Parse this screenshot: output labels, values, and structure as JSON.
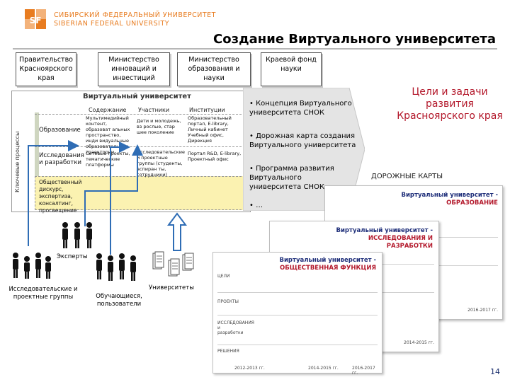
{
  "header": {
    "logo_ru": "СИБИРСКИЙ ФЕДЕРАЛЬНЫЙ УНИВЕРСИТЕТ",
    "logo_en": "SIBERIAN FEDERAL UNIVERSITY",
    "title": "Создание Виртуального университета",
    "brand_color": "#e87c20"
  },
  "stakeholders": [
    "Правительство Красноярского края",
    "Министерство инноваций и инвестиций",
    "Министерство образования и науки",
    "Краевой фонд науки"
  ],
  "vu_panel": {
    "title": "Виртуальный университет",
    "vertical_label": "Ключевые процессы",
    "columns": [
      "Содержание",
      "Участники",
      "Институции"
    ],
    "rows": [
      {
        "label": "Образование",
        "content": "Мультимедийный контент, образоват альных пространство, инди видуальные образовательные траектории",
        "participants": "Дети и молодежь, вз рослые, стар шее поколение",
        "institutions": "Образовательный портал, E-library, Личный кабинет Учебный офис, Дирекция"
      },
      {
        "label": "Исследования и разработки",
        "content": "Сетевые проекты, тематические платформы",
        "participants": "Исследовательские и проектные группы (студенты, аспиран ты, сотрудники)",
        "institutions": "Портал R&D, E-library, Проектный офис"
      },
      {
        "label": "Общественный дискурс, экспертиза, консалтинг, просвещение",
        "content": "",
        "participants": "",
        "institutions": ""
      }
    ]
  },
  "bullets": [
    "Концепция Виртуального университета СНОК",
    "Дорожная карта создания Виртуального университета",
    "Программа развития Виртуального университета СНОК",
    "…"
  ],
  "goals": "Цели и задачи развития Красноярского края",
  "roadmaps_label": "ДОРОЖНЫЕ КАРТЫ",
  "actors": {
    "experts": "Эксперты",
    "research_groups": "Исследовательские и проектные группы",
    "students": "Обучающиеся, пользователи",
    "universities": "Университеты"
  },
  "docs": [
    {
      "title": "Виртуальный университет -",
      "subtitle": "ОБРАЗОВАНИЕ"
    },
    {
      "title": "Виртуальный университет -",
      "subtitle": "ИССЛЕДОВАНИЯ И РАЗРАБОТКИ"
    },
    {
      "title": "Виртуальный университет -",
      "subtitle": "ОБЩЕСТВЕННАЯ ФУНКЦИЯ"
    }
  ],
  "doc_rows": [
    "ЦЕЛИ",
    "ПРОЕКТЫ",
    "ИССЛЕДОВАНИЯ и разработки",
    "РЕШЕНИЯ"
  ],
  "doc_periods": [
    "2012-2013 гг.",
    "2014-2015 гг.",
    "2016-2017 гг."
  ],
  "page_number": "14",
  "colors": {
    "accent_red": "#b3182b",
    "doc_blue": "#1f2f7a",
    "arrow_blue": "#2f6db5",
    "highlight_yellow": "#fbf2b1"
  }
}
